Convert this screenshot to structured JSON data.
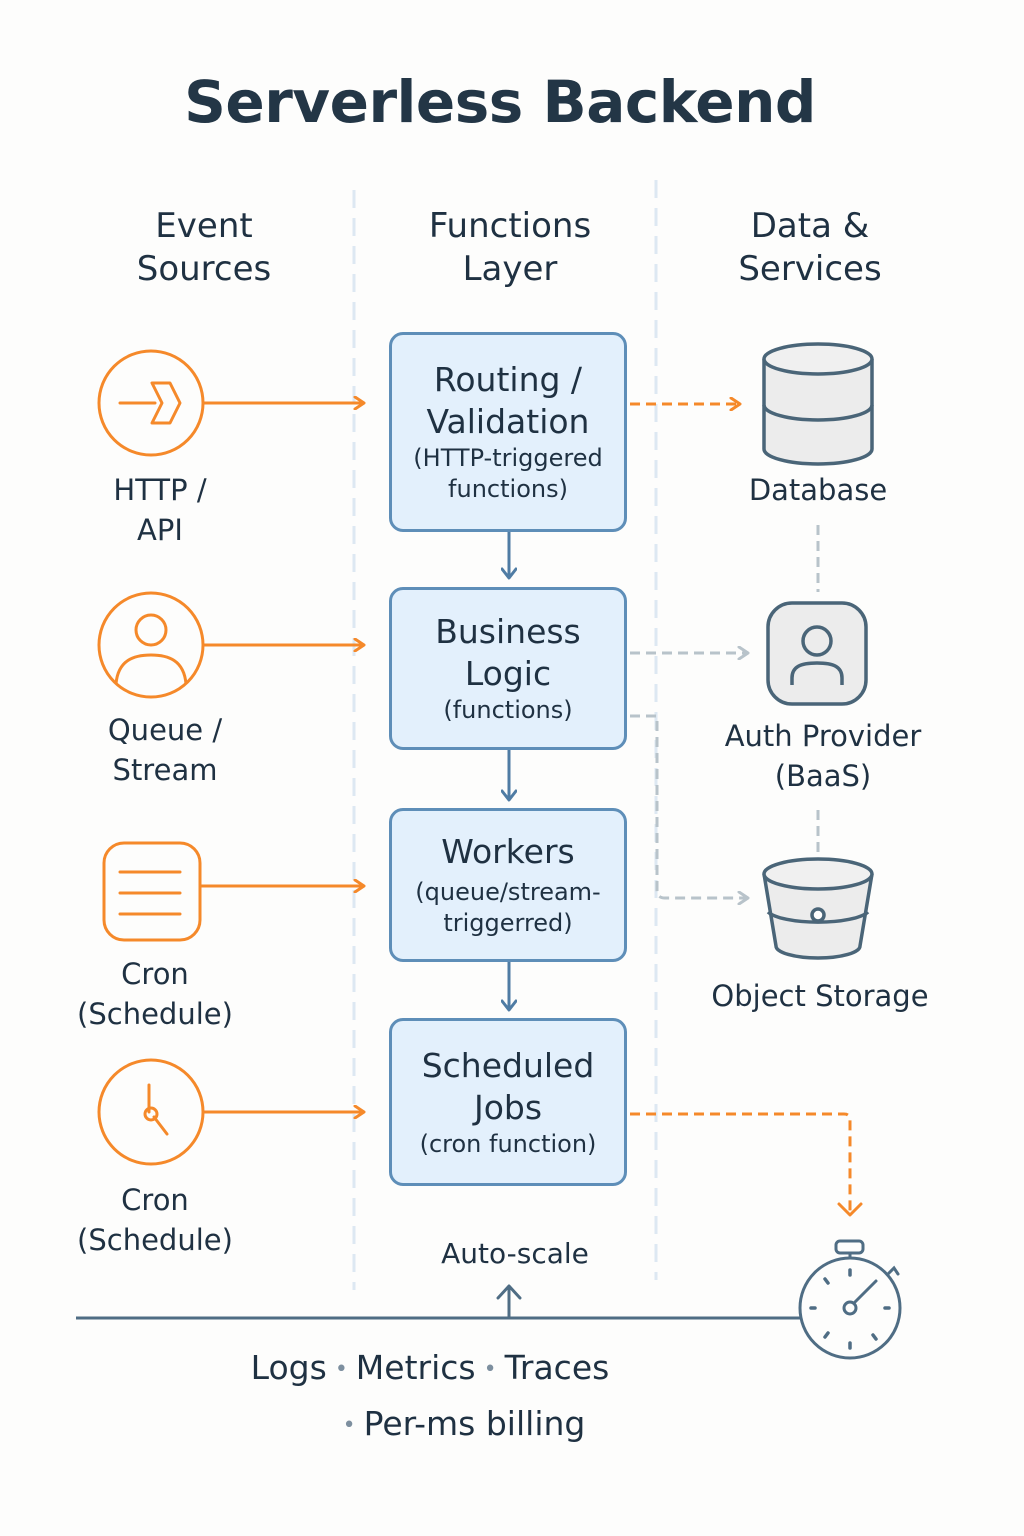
{
  "title": "Serverless Backend",
  "columns": [
    {
      "line1": "Event",
      "line2": "Sources"
    },
    {
      "line1": "Functions",
      "line2": "Layer"
    },
    {
      "line1": "Data &",
      "line2": "Services"
    }
  ],
  "event_sources": [
    {
      "icon": "http-arrow-icon",
      "line1": "HTTP /",
      "line2": "API"
    },
    {
      "icon": "user-icon",
      "line1": "Queue /",
      "line2": "Stream"
    },
    {
      "icon": "list-icon",
      "line1": "Cron",
      "line2": "(Schedule)"
    },
    {
      "icon": "clock-icon",
      "line1": "Cron",
      "line2": "(Schedule)"
    }
  ],
  "functions": [
    {
      "title1": "Routing /",
      "title2": "Validation",
      "sub1": "(HTTP-triggered",
      "sub2": "functions)"
    },
    {
      "title1": "Business",
      "title2": "Logic",
      "sub1": "(functions)",
      "sub2": ""
    },
    {
      "title1": "Workers",
      "title2": "",
      "sub1": "(queue/stream-",
      "sub2": "triggerred)"
    },
    {
      "title1": "Scheduled",
      "title2": "Jobs",
      "sub1": "(cron function)",
      "sub2": ""
    }
  ],
  "services": [
    {
      "icon": "database-icon",
      "line1": "Database",
      "line2": ""
    },
    {
      "icon": "auth-user-icon",
      "line1": "Auth Provider",
      "line2": "(BaaS)"
    },
    {
      "icon": "bucket-icon",
      "line1": "Object Storage",
      "line2": ""
    }
  ],
  "autoscale_label": "Auto-scale",
  "footer": {
    "items": [
      "Logs",
      "Metrics",
      "Traces"
    ],
    "item4": "Per-ms billing",
    "separator": "•"
  },
  "colors": {
    "orange": "#f5892a",
    "steel": "#4f6d84",
    "box_fill": "#e3f0fc",
    "box_border": "#5e8eb8",
    "gray_dash": "#b8c3ca",
    "text": "#1f3142"
  }
}
